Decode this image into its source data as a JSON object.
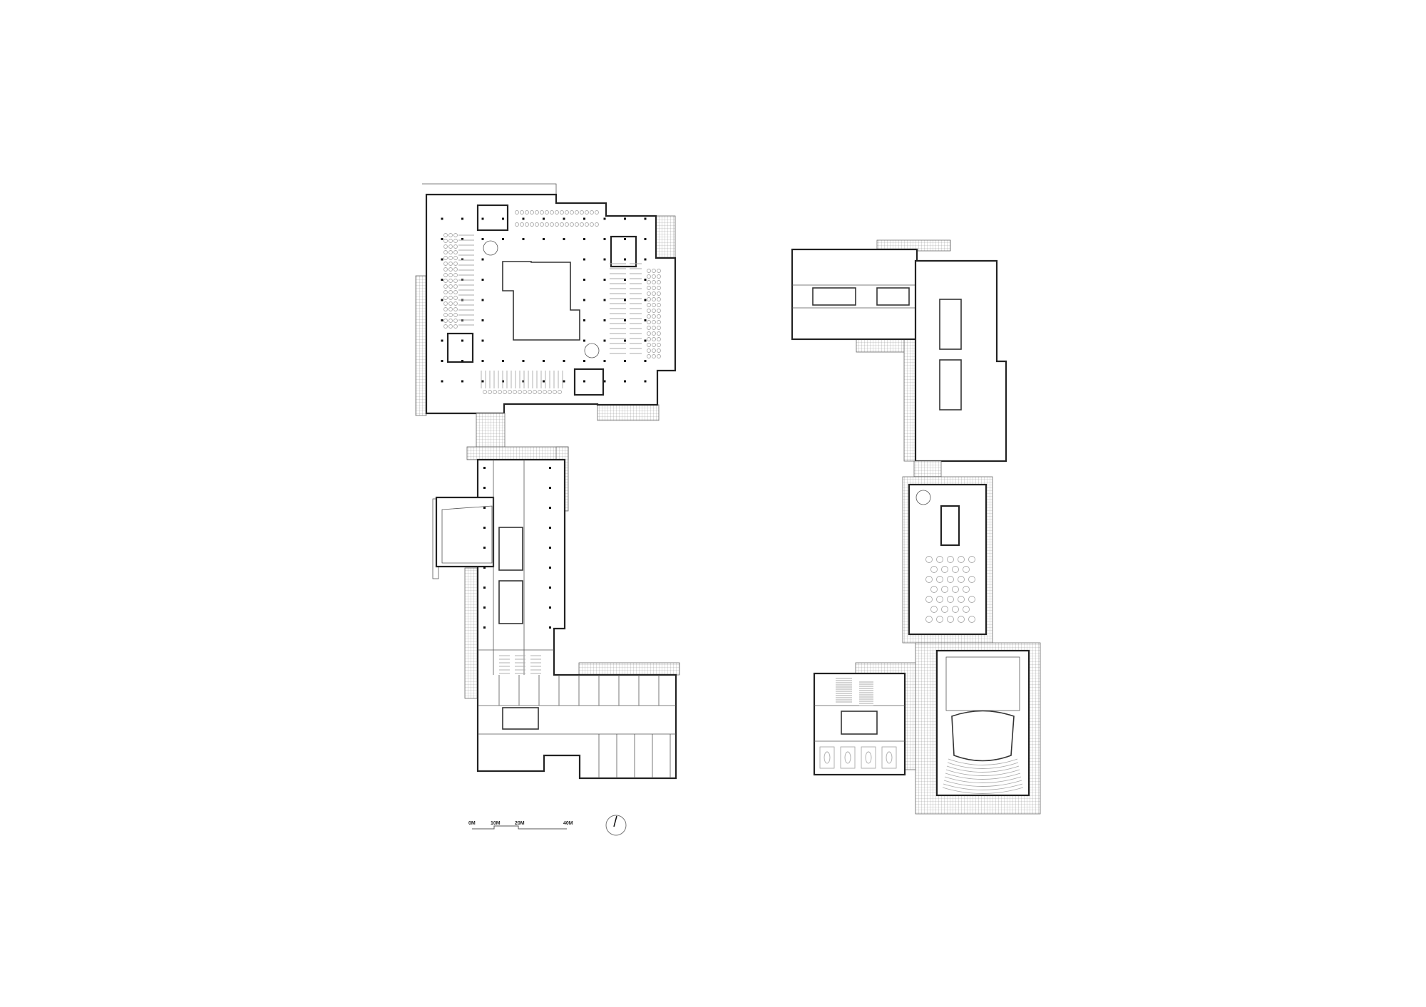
{
  "scale_bar": {
    "labels": [
      "0M",
      "10M",
      "20M",
      "40M"
    ]
  },
  "north_arrow": {
    "icon": "north-arrow-icon"
  },
  "colors": {
    "line": "#222222",
    "hatch": "#888888",
    "background": "#ffffff"
  }
}
